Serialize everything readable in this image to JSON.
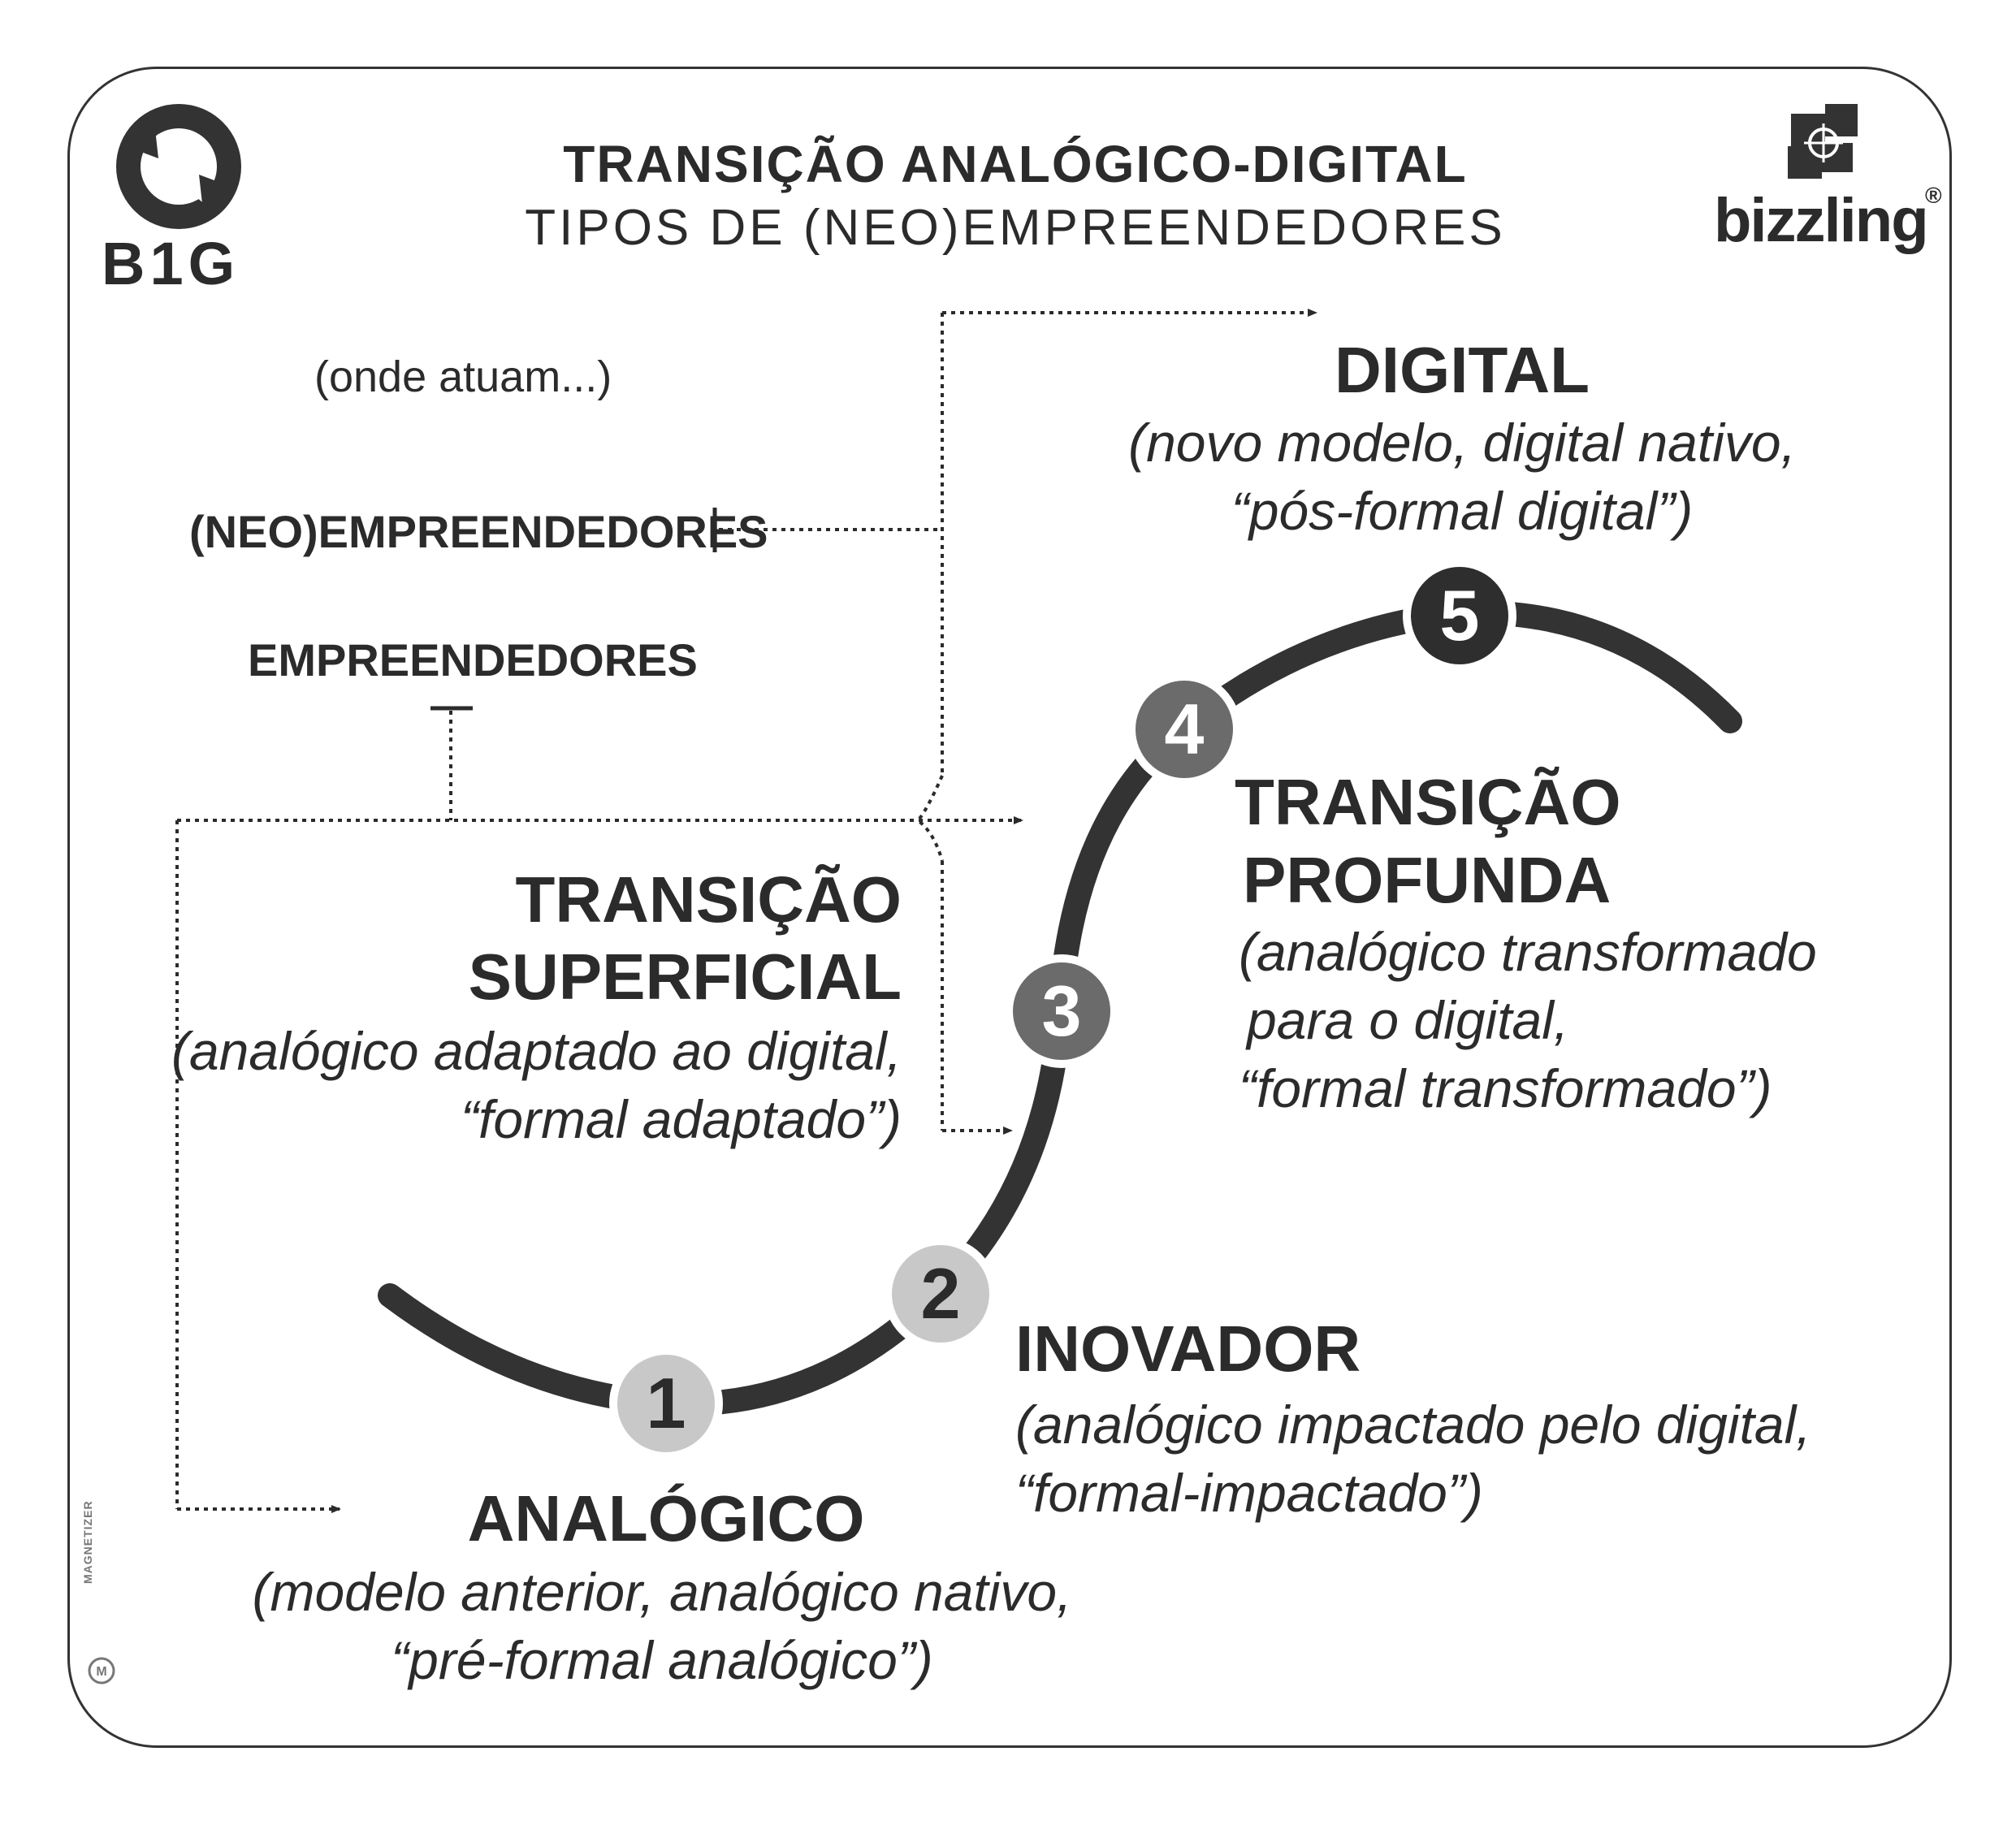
{
  "header": {
    "title": "TRANSIÇÃO ANALÓGICO-DIGITAL",
    "subtitle": "TIPOS DE (NEO)EMPREENDEDORES"
  },
  "logos": {
    "left_text": "B1G",
    "right_text": "bizzling",
    "right_mark": "®",
    "vertical_text": "MAGNETIZER"
  },
  "legend": {
    "note": "(onde atuam...)",
    "neo": "(NEO)EMPREENDEDORES",
    "emp": "EMPREENDEDORES"
  },
  "stages": [
    {
      "number": "1",
      "title": "ANALÓGICO",
      "desc1": "(modelo anterior, analógico nativo,",
      "desc2": "“pré-formal analógico”)",
      "fill": "#c8c8c8",
      "text_color": "#2b2b2b"
    },
    {
      "number": "2",
      "title": "INOVADOR",
      "desc1": "(analógico impactado pelo digital,",
      "desc2": "“formal-impactado”)",
      "fill": "#c8c8c8",
      "text_color": "#2b2b2b"
    },
    {
      "number": "3",
      "title1": "TRANSIÇÃO",
      "title2": "SUPERFICIAL",
      "desc1": "(analógico adaptado ao digital,",
      "desc2": "“formal adaptado”)",
      "fill": "#6b6b6b",
      "text_color": "#ffffff"
    },
    {
      "number": "4",
      "title1": "TRANSIÇÃO",
      "title2": "PROFUNDA",
      "desc1": "(analógico transformado",
      "desc2": "para o digital,",
      "desc3": "“formal transformado”)",
      "fill": "#6b6b6b",
      "text_color": "#ffffff"
    },
    {
      "number": "5",
      "title": "DIGITAL",
      "desc1": "(novo modelo, digital nativo,",
      "desc2": "“pós-formal digital”)",
      "fill": "#2e2e2e",
      "text_color": "#ffffff"
    }
  ],
  "colors": {
    "curve": "#333333",
    "frame": "#333333"
  }
}
